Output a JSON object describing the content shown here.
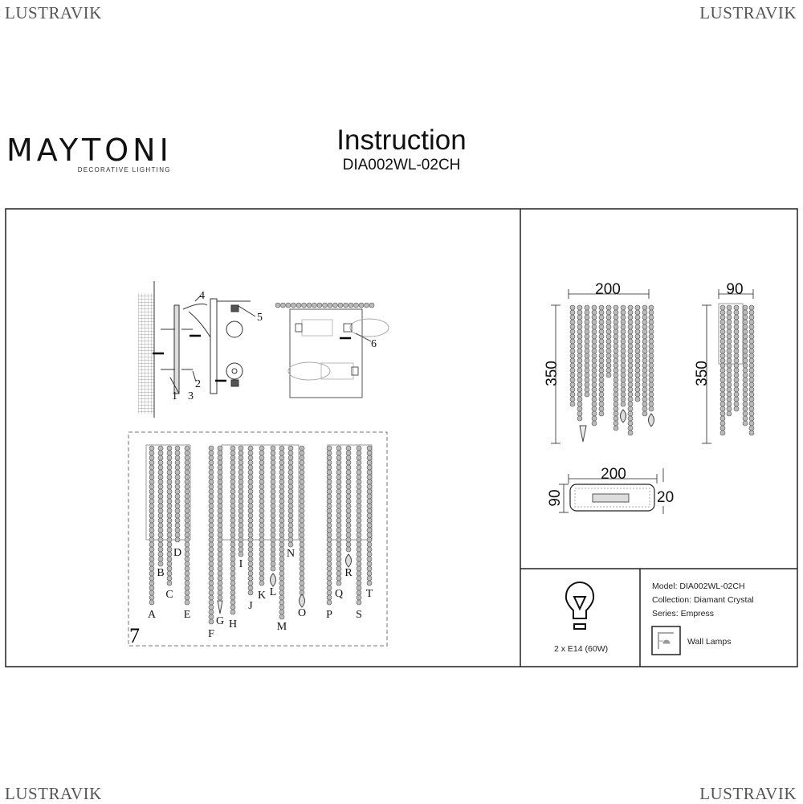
{
  "watermark": {
    "brand": "LUSTRAVIK"
  },
  "logo": {
    "name": "MAYTONI",
    "tagline": "DECORATIVE LIGHTING"
  },
  "header": {
    "title": "Instruction",
    "model": "DIA002WL-02CH"
  },
  "assembly": {
    "part_labels": [
      "1",
      "2",
      "3",
      "4",
      "5",
      "6"
    ],
    "step_number": "7",
    "strand_labels": [
      "A",
      "B",
      "C",
      "D",
      "E",
      "F",
      "G",
      "H",
      "I",
      "J",
      "K",
      "L",
      "M",
      "N",
      "O",
      "P",
      "Q",
      "R",
      "S",
      "T"
    ]
  },
  "dimensions": {
    "front_width": "200",
    "front_height": "350",
    "side_depth": "90",
    "side_height": "350",
    "top_width": "200",
    "top_depth": "90",
    "top_offset": "20"
  },
  "info": {
    "bulb": "2 x E14 (60W)",
    "model": "Model: DIA002WL-02CH",
    "collection": "Collection: Diamant Crystal",
    "series": "Series: Empress",
    "type": "Wall Lamps"
  }
}
